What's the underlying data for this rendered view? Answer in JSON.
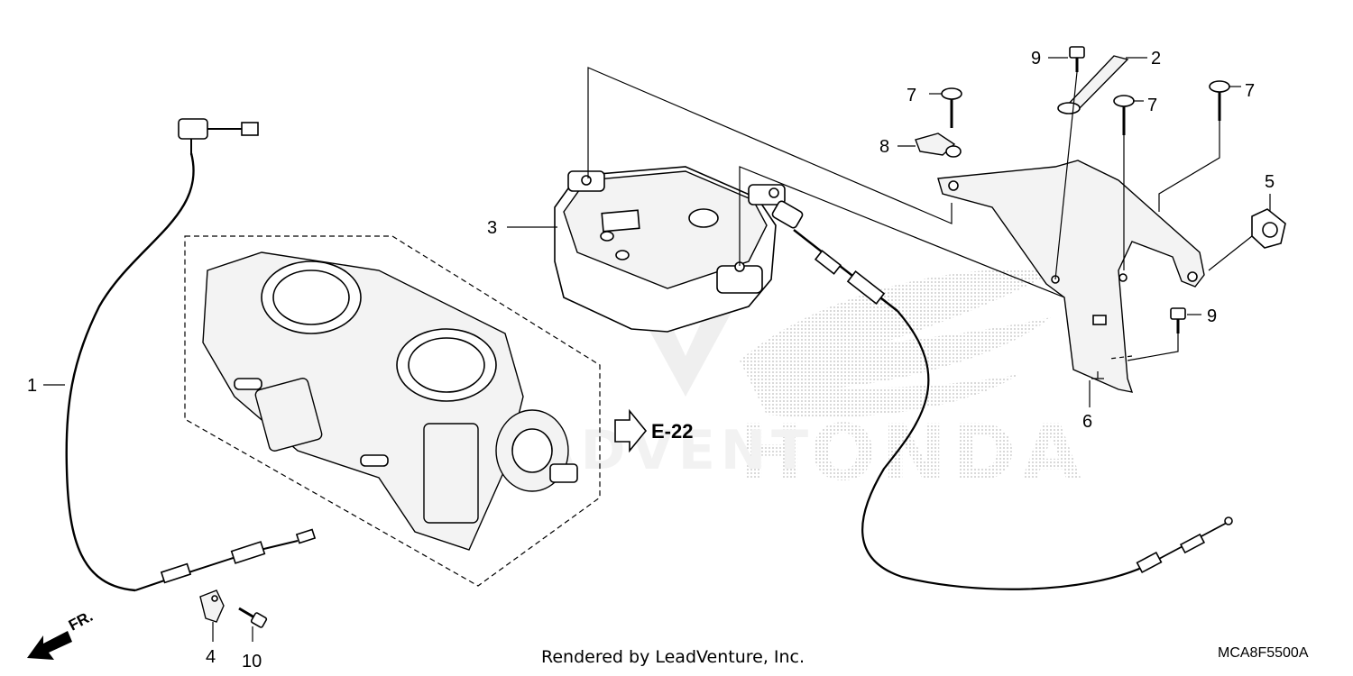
{
  "diagram": {
    "callouts": [
      "1",
      "2",
      "3",
      "4",
      "5",
      "6",
      "7",
      "7",
      "7",
      "8",
      "9",
      "9",
      "10"
    ],
    "reference": {
      "label": "E-22"
    },
    "front_indicator": "FR.",
    "watermark": "LEADVENTURE HONDA",
    "footer_text": "Rendered by LeadVenture, Inc.",
    "diagram_code": "MCA8F5500A"
  }
}
